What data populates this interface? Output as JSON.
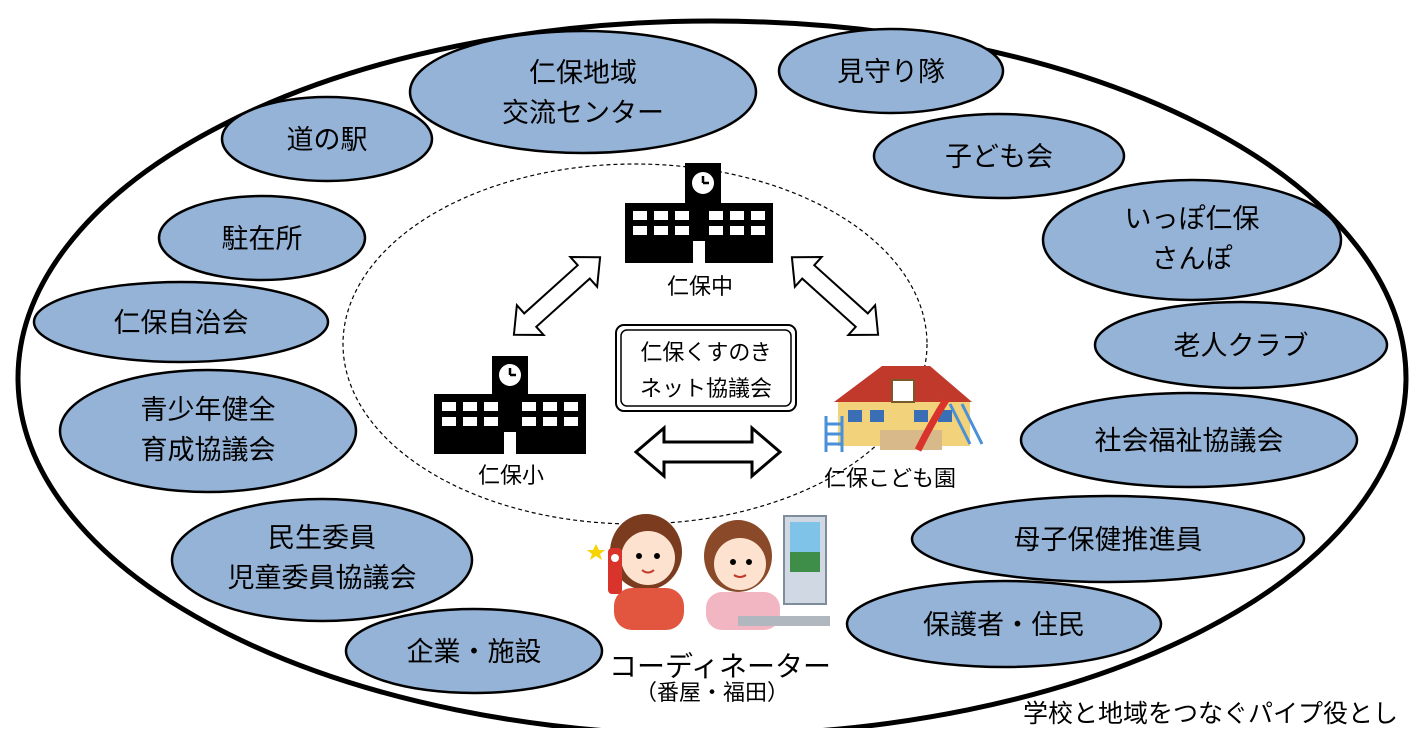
{
  "organizations": [
    {
      "id": "chiiki-koryu",
      "lines": [
        "仁保地域",
        "交流センター"
      ]
    },
    {
      "id": "mimamori",
      "lines": [
        "見守り隊"
      ]
    },
    {
      "id": "michinoeki",
      "lines": [
        "道の駅"
      ]
    },
    {
      "id": "kodomokai",
      "lines": [
        "子ども会"
      ]
    },
    {
      "id": "chuzaisho",
      "lines": [
        "駐在所"
      ]
    },
    {
      "id": "ippo",
      "lines": [
        "いっぽ仁保",
        "さんぽ"
      ]
    },
    {
      "id": "jichikai",
      "lines": [
        "仁保自治会"
      ]
    },
    {
      "id": "rojin",
      "lines": [
        "老人クラブ"
      ]
    },
    {
      "id": "seishonen",
      "lines": [
        "青少年健全",
        "育成協議会"
      ]
    },
    {
      "id": "shakyo",
      "lines": [
        "社会福祉協議会"
      ]
    },
    {
      "id": "minsei",
      "lines": [
        "民生委員",
        "児童委員協議会"
      ]
    },
    {
      "id": "boshi",
      "lines": [
        "母子保健推進員"
      ]
    },
    {
      "id": "kigyo",
      "lines": [
        "企業・施設"
      ]
    },
    {
      "id": "hogosha",
      "lines": [
        "保護者・住民"
      ]
    }
  ],
  "center": {
    "council_lines": [
      "仁保くすのき",
      "ネット協議会"
    ],
    "middle_school": "仁保中",
    "elementary_school": "仁保小",
    "kindergarten": "仁保こども園"
  },
  "coordinator": {
    "title": "コーディネーター",
    "names": "（番屋・福田）"
  },
  "footer_text": "学校と地域をつなぐパイプ役とし"
}
